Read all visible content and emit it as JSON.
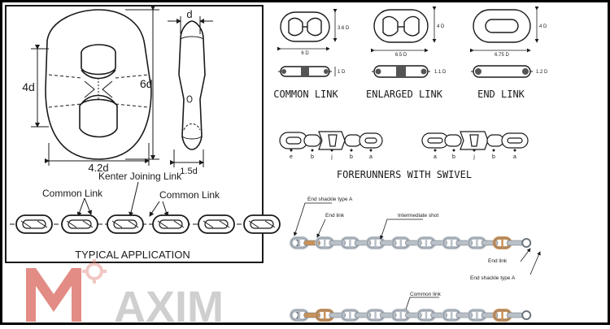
{
  "colors": {
    "frame": "#000000",
    "line": "#1a1a1a",
    "steel": "#b9c0c8",
    "steel_dark": "#6d757e",
    "bronze": "#c8925a",
    "watermark_red": "#d14b40",
    "watermark_gray": "#9a9a9a"
  },
  "kenter": {
    "dims": {
      "top_d": "d",
      "height_4d": "4d",
      "height_6d": "6d",
      "width_42d": "4.2d",
      "side_d": "d",
      "side_15d": "1.5d"
    },
    "labels": {
      "kenter_joining_link": "Kenter Joining Link",
      "common_link_left": "Common Link",
      "common_link_right": "Common Link",
      "typical_application": "TYPICAL APPLICATION"
    }
  },
  "links": {
    "common": {
      "title": "COMMON LINK",
      "dim_h": "3.6 D",
      "dim_w": "6 D",
      "dim_t": "1 D"
    },
    "enlarged": {
      "title": "ENLARGED LINK",
      "dim_h": "4 D",
      "dim_w": "6.5 D",
      "dim_t": "1.1 D"
    },
    "end": {
      "title": "END LINK",
      "dim_h": "4 D",
      "dim_w": "6.75 D",
      "dim_t": "1.2 D"
    }
  },
  "forerunners": {
    "title": "FORERUNNERS WITH SWIVEL",
    "left_letters": [
      "e",
      "b",
      "j",
      "b",
      "a"
    ],
    "right_letters": [
      "a",
      "b",
      "j",
      "b",
      "a"
    ]
  },
  "chain": {
    "end_shackle_a_top": "End shackle type A",
    "end_link_top": "End link",
    "intermediate_shot": "Intermediate shot",
    "end_link_bottom": "End link",
    "end_shackle_a_bottom": "End shackle type A",
    "common_link": "Common link"
  },
  "watermark": {
    "initial": "M",
    "rest": "AXIM"
  }
}
